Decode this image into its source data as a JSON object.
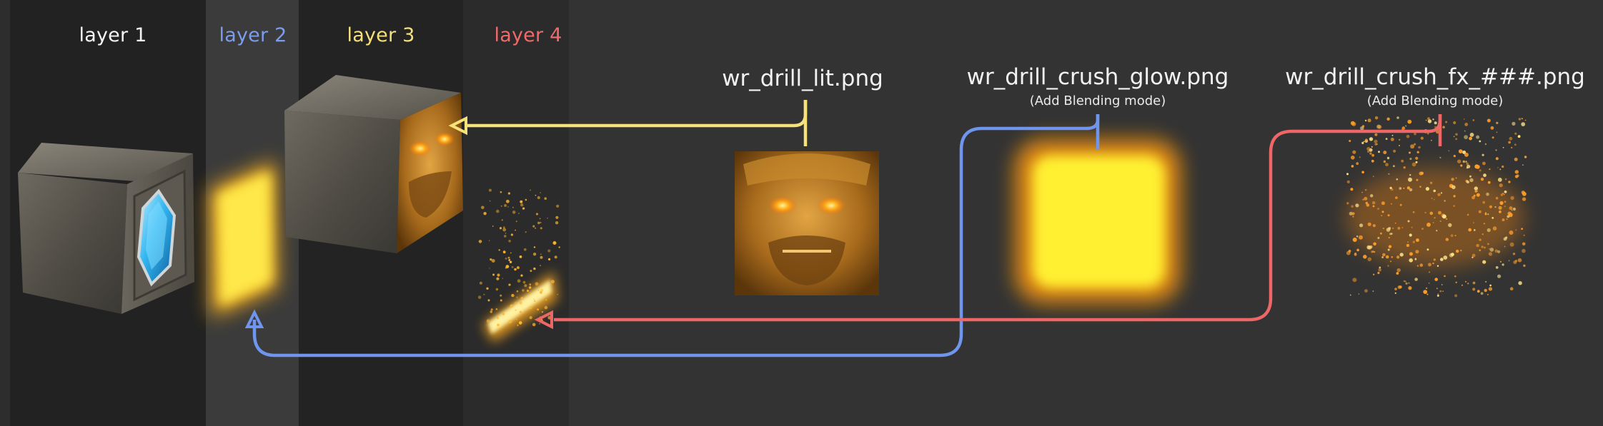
{
  "layers": [
    {
      "label": "layer 1",
      "color": "#f4f4f4"
    },
    {
      "label": "layer 2",
      "color": "#7b9dec"
    },
    {
      "label": "layer 3",
      "color": "#f4e07a"
    },
    {
      "label": "layer 4",
      "color": "#f06a6a"
    }
  ],
  "files": [
    {
      "name": "wr_drill_lit.png",
      "note": ""
    },
    {
      "name": "wr_drill_crush_glow.png",
      "note": "(Add Blending mode)"
    },
    {
      "name": "wr_drill_crush_fx_###.png",
      "note": "(Add Blending mode)"
    }
  ],
  "colors": {
    "background": "#333333",
    "link_lit": "#f7e27a",
    "link_glow": "#6f95ee",
    "link_fx": "#ee6666",
    "glow": "#ffe84a",
    "gem": "#33b5f0"
  }
}
